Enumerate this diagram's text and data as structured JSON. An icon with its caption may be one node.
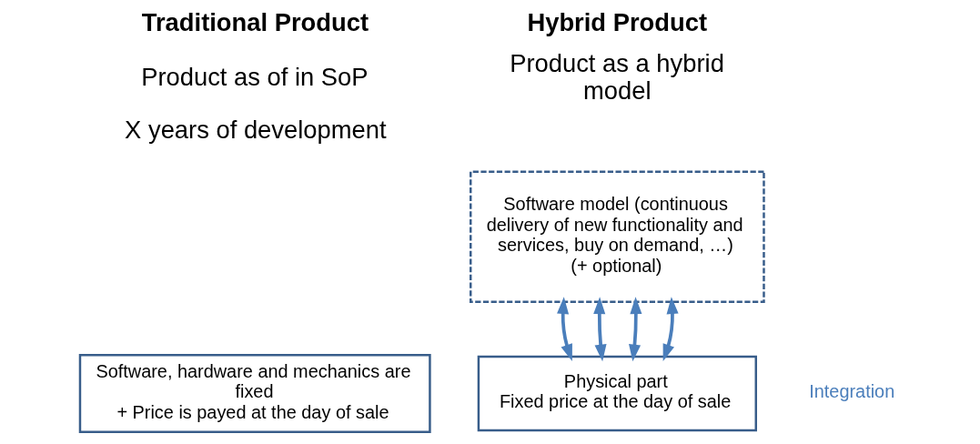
{
  "diagram": {
    "nodes": [
      {
        "text": [
          "Software, hardware and mechanics are fixed",
          "+ Price is payed at the day of sale"
        ]
      },
      {
        "text": [
          "Software model (continuous delivery of new functionality and services, buy on demand, …)",
          "(+ optional)"
        ]
      },
      {
        "text": [
          "Physical part",
          "Fixed price at the day of sale"
        ]
      }
    ],
    "edges": [
      {
        "from": 1,
        "to": 2,
        "arrow": "both"
      },
      {
        "from": 1,
        "to": 2,
        "arrow": "both"
      },
      {
        "from": 1,
        "to": 2,
        "arrow": "both"
      },
      {
        "from": 1,
        "to": 2,
        "arrow": "both"
      }
    ],
    "labels": [
      "Traditional Product",
      "Product as of in SoP",
      "X years of development",
      "Hybrid Product",
      "Product as a hybrid model",
      "Integration"
    ]
  }
}
